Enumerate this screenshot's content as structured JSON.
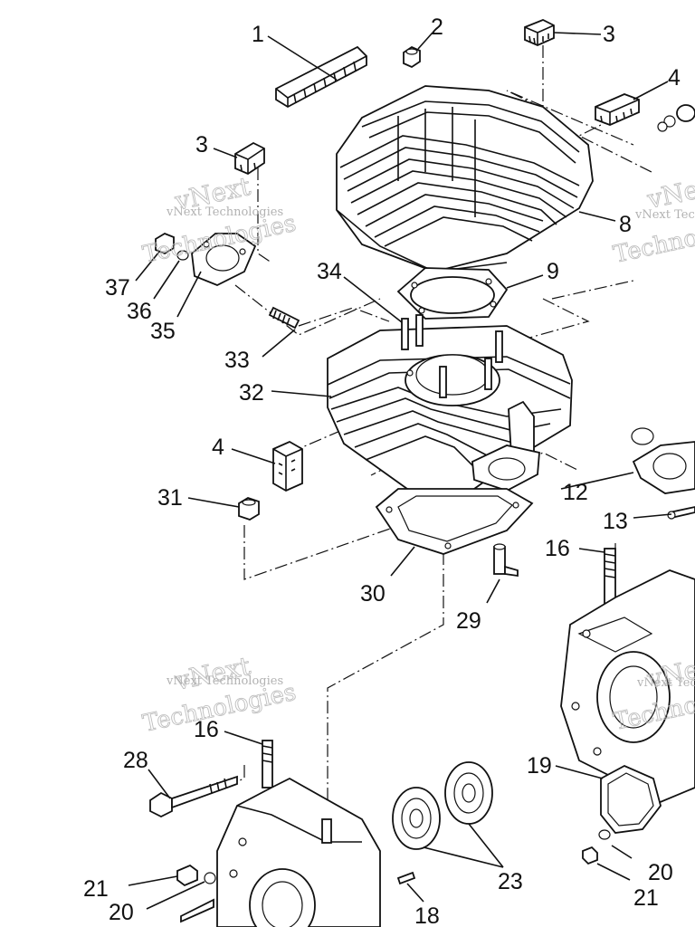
{
  "watermark": {
    "brand_outline": "vNext",
    "company_small": "vNext Technologies",
    "company_outline": "Technologies"
  },
  "callouts": [
    {
      "id": "c1",
      "label": "1"
    },
    {
      "id": "c2",
      "label": "2"
    },
    {
      "id": "c3a",
      "label": "3"
    },
    {
      "id": "c3b",
      "label": "3"
    },
    {
      "id": "c4a",
      "label": "4"
    },
    {
      "id": "c4b",
      "label": "4"
    },
    {
      "id": "c8",
      "label": "8"
    },
    {
      "id": "c9",
      "label": "9"
    },
    {
      "id": "c12",
      "label": "12"
    },
    {
      "id": "c13",
      "label": "13"
    },
    {
      "id": "c16a",
      "label": "16"
    },
    {
      "id": "c16b",
      "label": "16"
    },
    {
      "id": "c18",
      "label": "18"
    },
    {
      "id": "c19",
      "label": "19"
    },
    {
      "id": "c20a",
      "label": "20"
    },
    {
      "id": "c20b",
      "label": "20"
    },
    {
      "id": "c21a",
      "label": "21"
    },
    {
      "id": "c21b",
      "label": "21"
    },
    {
      "id": "c23",
      "label": "23"
    },
    {
      "id": "c28",
      "label": "28"
    },
    {
      "id": "c29",
      "label": "29"
    },
    {
      "id": "c30",
      "label": "30"
    },
    {
      "id": "c31",
      "label": "31"
    },
    {
      "id": "c32",
      "label": "32"
    },
    {
      "id": "c33",
      "label": "33"
    },
    {
      "id": "c34",
      "label": "34"
    },
    {
      "id": "c35",
      "label": "35"
    },
    {
      "id": "c36",
      "label": "36"
    },
    {
      "id": "c37",
      "label": "37"
    }
  ]
}
